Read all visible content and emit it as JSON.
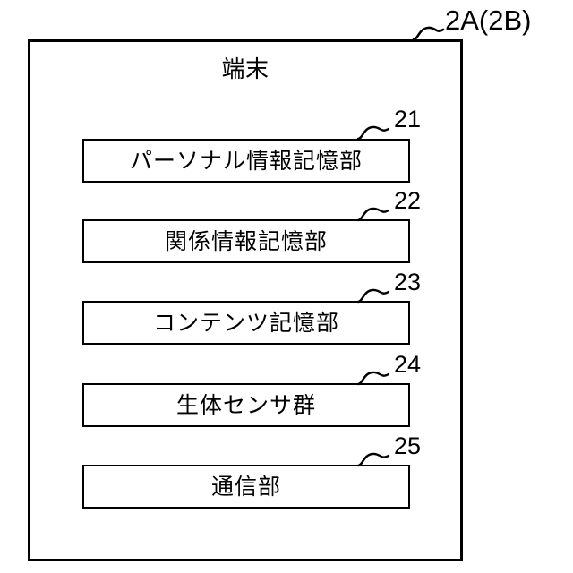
{
  "figure": {
    "top_reference": "2A(2B)",
    "frame_title": "端末",
    "components": [
      {
        "ref": "21",
        "label": "パーソナル情報記憶部"
      },
      {
        "ref": "22",
        "label": "関係情報記憶部"
      },
      {
        "ref": "23",
        "label": "コンテンツ記憶部"
      },
      {
        "ref": "24",
        "label": "生体センサ群"
      },
      {
        "ref": "25",
        "label": "通信部"
      }
    ],
    "colors": {
      "line": "#000000",
      "background": "#ffffff",
      "text": "#000000"
    }
  }
}
